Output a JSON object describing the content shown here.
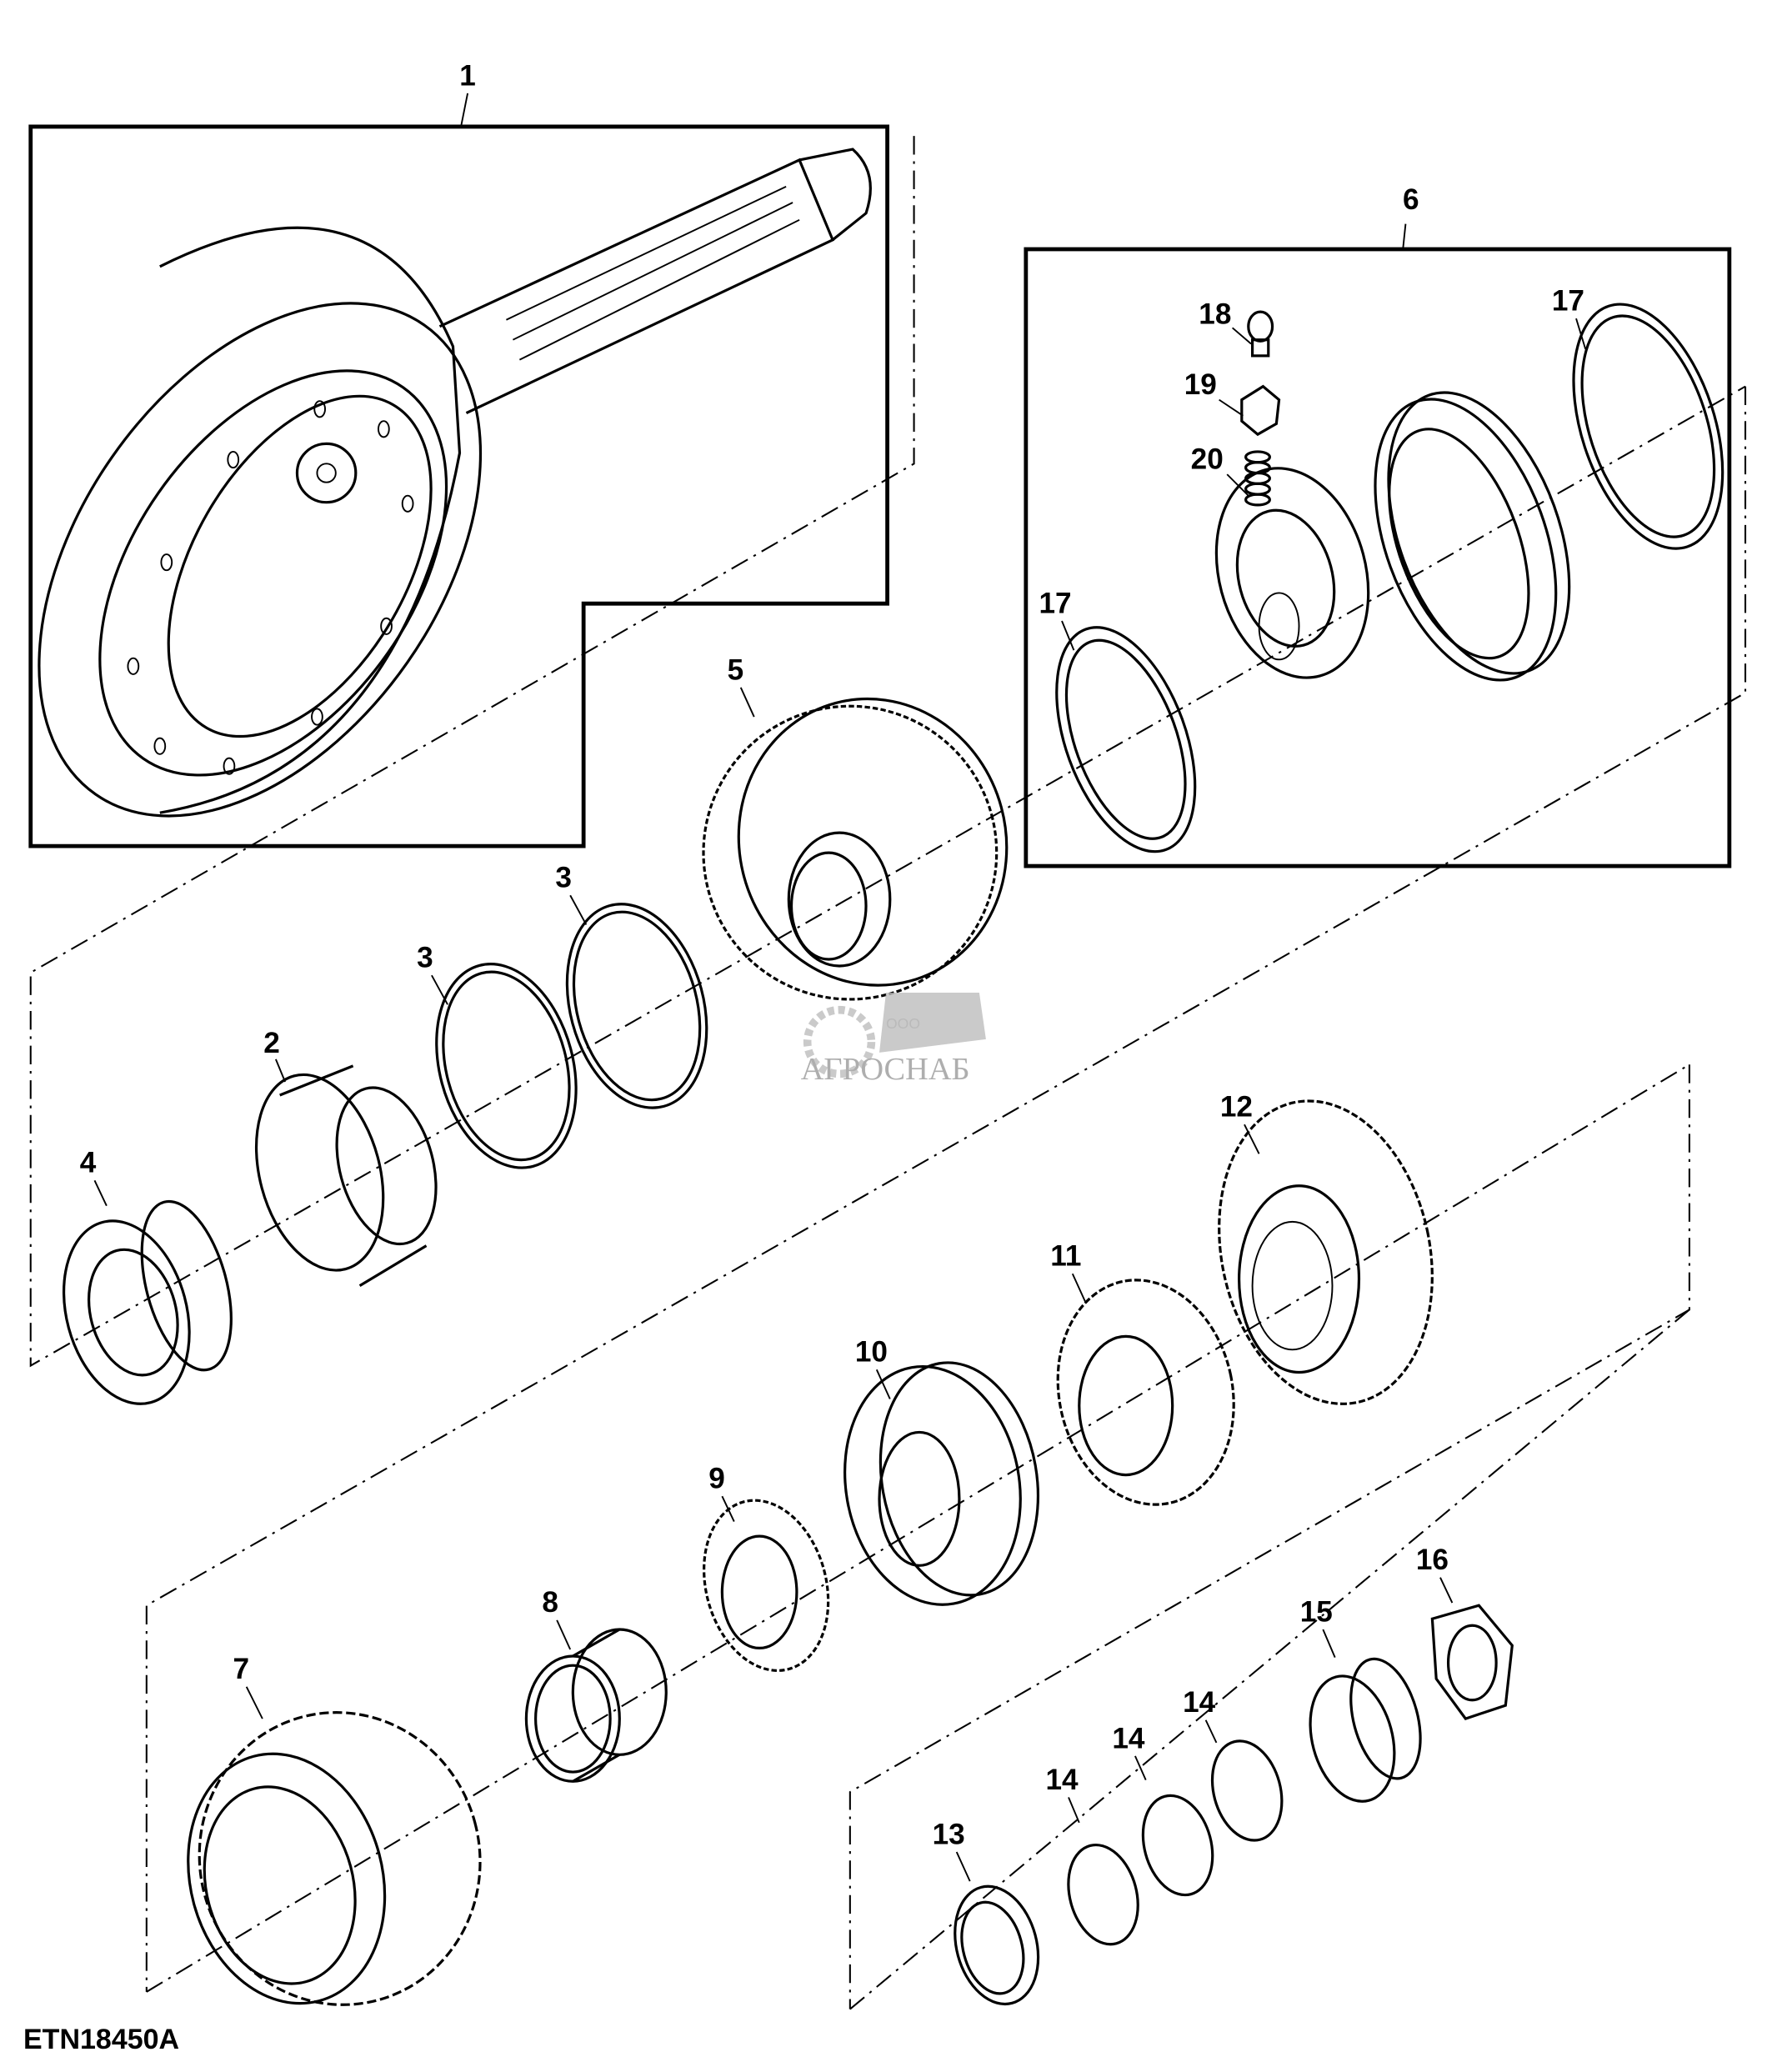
{
  "figure": {
    "drawing_id": "ETN18450A",
    "watermark": {
      "prefix": "ООО",
      "name": "АГРОСНАБ"
    },
    "callouts": [
      {
        "id": "c1",
        "label": "1",
        "part": "bevel-pinion-and-ring-gear-set"
      },
      {
        "id": "c2",
        "label": "2",
        "part": "bearing-cup"
      },
      {
        "id": "c3a",
        "label": "3",
        "part": "shim"
      },
      {
        "id": "c3b",
        "label": "3",
        "part": "shim"
      },
      {
        "id": "c4",
        "label": "4",
        "part": "tapered-roller-bearing-cone"
      },
      {
        "id": "c5",
        "label": "5",
        "part": "large-spur-gear"
      },
      {
        "id": "c6",
        "label": "6",
        "part": "synchronizer-assembly"
      },
      {
        "id": "c7",
        "label": "7",
        "part": "helical-gear"
      },
      {
        "id": "c8",
        "label": "8",
        "part": "spacer-bushing"
      },
      {
        "id": "c9",
        "label": "9",
        "part": "small-helical-gear"
      },
      {
        "id": "c10",
        "label": "10",
        "part": "ball-bearing"
      },
      {
        "id": "c11",
        "label": "11",
        "part": "helical-gear"
      },
      {
        "id": "c12",
        "label": "12",
        "part": "helical-gear-with-hub"
      },
      {
        "id": "c13",
        "label": "13",
        "part": "thrust-washer"
      },
      {
        "id": "c14a",
        "label": "14",
        "part": "snap-ring"
      },
      {
        "id": "c14b",
        "label": "14",
        "part": "snap-ring"
      },
      {
        "id": "c14c",
        "label": "14",
        "part": "snap-ring"
      },
      {
        "id": "c15",
        "label": "15",
        "part": "tapered-roller-bearing-cone"
      },
      {
        "id": "c16",
        "label": "16",
        "part": "lock-nut"
      },
      {
        "id": "c17a",
        "label": "17",
        "part": "synchronizer-ring"
      },
      {
        "id": "c17b",
        "label": "17",
        "part": "synchronizer-ring"
      },
      {
        "id": "c18",
        "label": "18",
        "part": "detent-ball"
      },
      {
        "id": "c19",
        "label": "19",
        "part": "synchronizer-key"
      },
      {
        "id": "c20",
        "label": "20",
        "part": "spring"
      }
    ]
  }
}
